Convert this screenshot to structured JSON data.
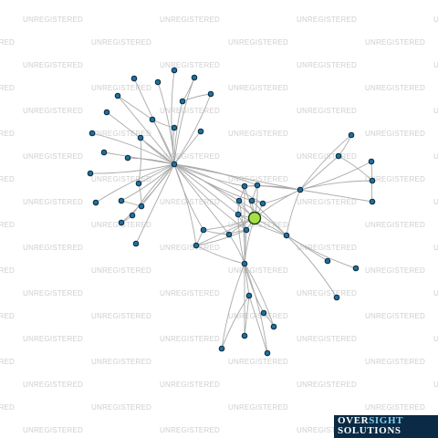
{
  "watermark": {
    "text": "UNREGISTERED"
  },
  "logo": {
    "line1_a": "OVER",
    "line1_b": "SIGHT",
    "line2": "SOLUTIONS"
  },
  "colors": {
    "background": "#ffffff",
    "edge": "#a9a9a9",
    "node_fill": "#1f6f9c",
    "focus_node_fill": "#a6df4a",
    "watermark": "#cfcfcf",
    "logo_background": "#0a2a45",
    "logo_accent": "#7fd0ef"
  }
}
